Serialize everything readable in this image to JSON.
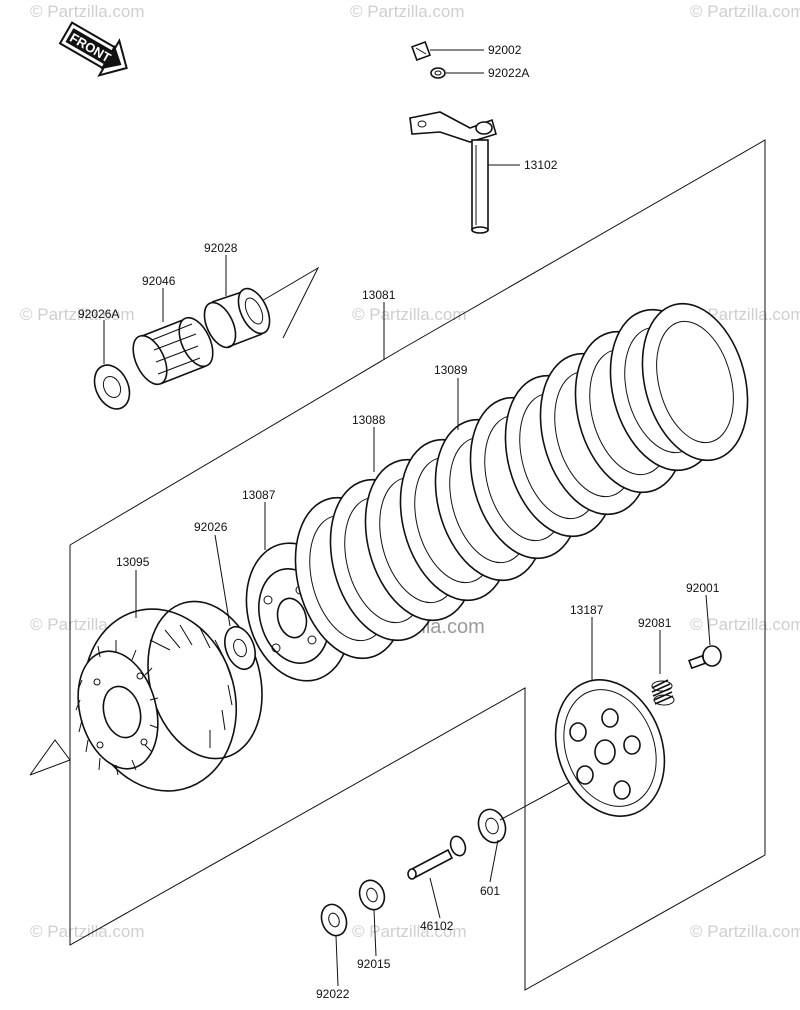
{
  "watermark": "© Partzilla.com",
  "watermark_center": "© Partzilla.com",
  "front_arrow_label": "FRONT",
  "labels": {
    "p92002": "92002",
    "p92022A": "92022A",
    "p13102": "13102",
    "p92028": "92028",
    "p92046": "92046",
    "p92026A": "92026A",
    "p13081": "13081",
    "p13089": "13089",
    "p13088": "13088",
    "p13087": "13087",
    "p92026": "92026",
    "p13095": "13095",
    "p92001": "92001",
    "p13187": "13187",
    "p92081": "92081",
    "p601": "601",
    "p46102": "46102",
    "p92015": "92015",
    "p92022": "92022"
  }
}
